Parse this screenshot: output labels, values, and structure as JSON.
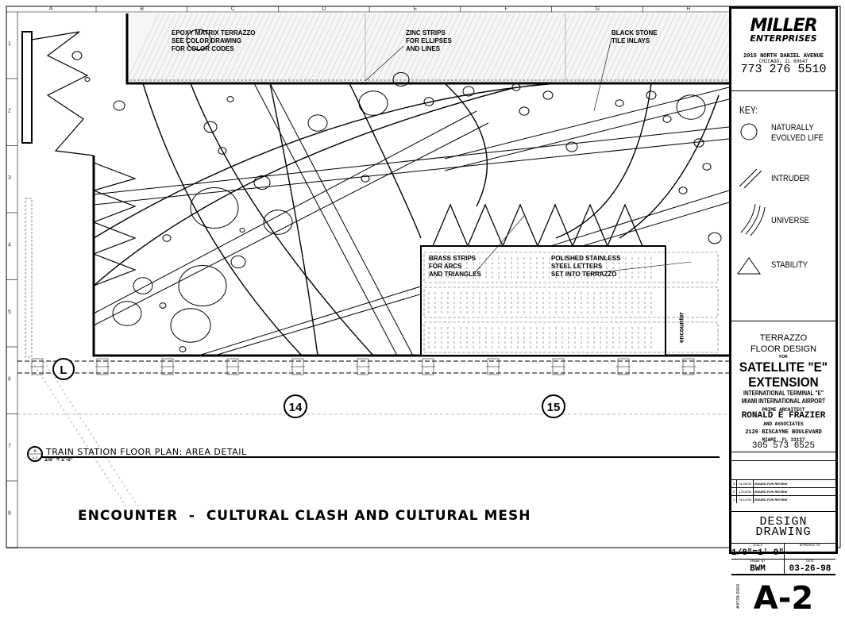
{
  "grid": {
    "columns": [
      "A",
      "B",
      "C",
      "D",
      "E",
      "F",
      "G",
      "H"
    ],
    "rows": [
      "1",
      "2",
      "3",
      "4",
      "5",
      "6",
      "7",
      "8"
    ]
  },
  "drawing": {
    "notes": {
      "epoxy": [
        "EPOXY MATRIX TERRAZZO",
        "SEE COLOR DRAWING",
        "FOR COLOR CODES"
      ],
      "zinc": [
        "ZINC STRIPS",
        "FOR ELLIPSES",
        "AND LINES"
      ],
      "black": [
        "BLACK STONE",
        "TILE INLAYS"
      ],
      "brass": [
        "BRASS STRIPS",
        "FOR ARCS",
        "AND TRIANGLES"
      ],
      "steel": [
        "POLISHED STAINLESS",
        "STEEL LETTERS",
        "SET INTO TERRAZZO"
      ]
    },
    "vertical_word": "encounter",
    "grid_bubble": "L",
    "column_markers": [
      "14",
      "15"
    ],
    "detail_title": "TRAIN STATION FLOOR PLAN: AREA DETAIL",
    "detail_bubble_top": "A",
    "detail_bubble_bottom": "A-2",
    "detail_scale": "1/8\" = 1'-0\"",
    "sheet_title": "ENCOUNTER  -  CULTURAL CLASH AND CULTURAL MESH"
  },
  "title_block": {
    "logo_line1": "MILLER",
    "logo_line2": "ENTERPRISES",
    "address1": "2015 NORTH DANIEL AVENUE",
    "address2": "CHICAGO, IL 60647",
    "phone": "773 276 5510",
    "key": {
      "title": "KEY:",
      "items": [
        {
          "icon": "circle-icon",
          "label": "NATURALLY EVOLVED LIFE"
        },
        {
          "icon": "double-slash-icon",
          "label": "INTRUDER"
        },
        {
          "icon": "arcs-icon",
          "label": "UNIVERSE"
        },
        {
          "icon": "triangle-icon",
          "label": "STABILITY"
        }
      ]
    },
    "project": {
      "line1": "TERRAZZO",
      "line2": "FLOOR DESIGN",
      "for": "FOR",
      "name1": "SATELLITE \"E\"",
      "name2": "EXTENSION",
      "terminal": "INTERNATIONAL TERMINAL \"E\"",
      "airport": "MIAMI INTERNATIONAL AIRPORT",
      "architect_caption": "PRIME ARCHITECT",
      "architect": "RONALD E FRAZIER",
      "associates": "AND ASSOCIATES",
      "arch_address1": "2126 BISCAYNE BOULEVARD",
      "arch_address2": "MIAMI, FL 33137",
      "arch_phone": "305 573 6525"
    },
    "revisions": [
      {
        "no": "3",
        "date": "01/26/98",
        "desc": "ISSUED FOR REVIEW"
      },
      {
        "no": "2",
        "date": "12/15/98",
        "desc": "ISSUED FOR REVIEW"
      },
      {
        "no": "1",
        "date": "01/12/98",
        "desc": "ISSUED FOR REVIEW"
      }
    ],
    "status1": "DESIGN",
    "status2": "DRAWING",
    "scale_caption": "SCALE",
    "scale": "1/8\"=1'-0\"",
    "approved_caption": "APPROVED BY",
    "approved": "-",
    "drawn_caption": "DRAWN BY",
    "drawn": "BWM",
    "date_caption": "DATE",
    "date": "03-26-98",
    "job_no": "#9709-0004",
    "sheet": "A-2"
  }
}
